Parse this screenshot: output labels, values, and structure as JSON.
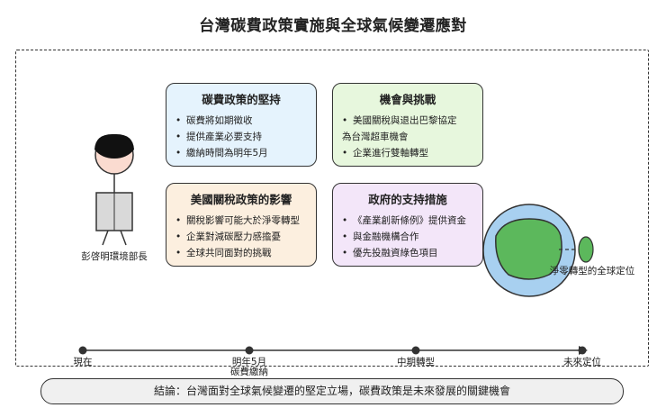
{
  "title": "台灣碳費政策實施與全球氣候變遷應對",
  "cards": {
    "policy": {
      "heading": "碳費政策的堅持",
      "items": [
        "碳費將如期徵收",
        "提供產業必要支持",
        "繳納時間為明年5月"
      ]
    },
    "opportunity": {
      "heading": "機會與挑戰",
      "item1_line1": "美國關稅與退出巴黎協定",
      "item1_line2": "為台灣超車機會",
      "item2": "企業進行雙軸轉型"
    },
    "tariff": {
      "heading": "美國關稅政策的影響",
      "items": [
        "關稅影響可能大於淨零轉型",
        "企業對減碳壓力感擔憂",
        "全球共同面對的挑戰"
      ]
    },
    "government": {
      "heading": "政府的支持措施",
      "items": [
        "《產業創新條例》提供資金",
        "與金融機構合作",
        "優先投融資綠色項目"
      ]
    }
  },
  "person_label": "彭啓明環境部長",
  "circle_label": "淨零轉型的全球定位",
  "timeline": {
    "points": [
      {
        "line1": "現在",
        "line2": ""
      },
      {
        "line1": "明年5月",
        "line2": "碳費繳納"
      },
      {
        "line1": "中期轉型",
        "line2": ""
      },
      {
        "line1": "未來定位",
        "line2": ""
      }
    ]
  },
  "conclusion": "結論：台灣面對全球氣候變遷的堅定立場，碳費政策是未來發展的關鍵機會",
  "colors": {
    "policy_bg": "#e5f3fd",
    "opportunity_bg": "#e7f7dd",
    "tariff_bg": "#fcefdf",
    "government_bg": "#f3e6f9",
    "globe_ocean": "#a8d0f0",
    "globe_land": "#5cb85c"
  }
}
